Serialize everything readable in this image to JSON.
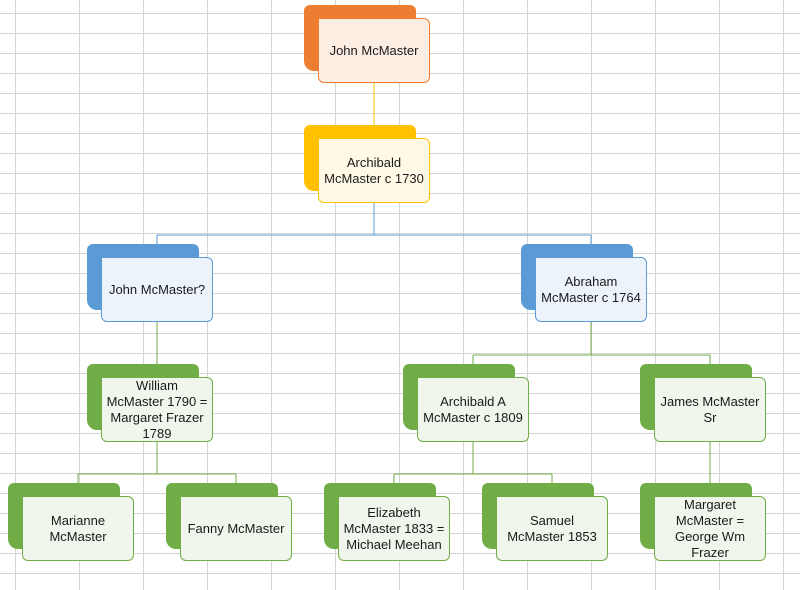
{
  "palette": {
    "orange": {
      "accent": "#ED7D31",
      "stroke": "#ED7D31",
      "fill": "#FDEEE4"
    },
    "gold": {
      "accent": "#FFC000",
      "stroke": "#FFC000",
      "fill": "#FFF9E5"
    },
    "blue": {
      "accent": "#5B9BD5",
      "stroke": "#5B9BD5",
      "fill": "#EDF3FB"
    },
    "green": {
      "accent": "#70AD47",
      "stroke": "#70AD47",
      "fill": "#F0F6EC"
    }
  },
  "nodes": [
    {
      "id": "john-mcmaster-root",
      "label": "John McMaster",
      "color": "orange"
    },
    {
      "id": "archibald-mcmaster-1730",
      "label": "Archibald McMaster c 1730",
      "color": "gold"
    },
    {
      "id": "john-mcmaster-q",
      "label": "John McMaster?",
      "color": "blue"
    },
    {
      "id": "abraham-mcmaster-1764",
      "label": "Abraham McMaster c 1764",
      "color": "blue"
    },
    {
      "id": "william-mcmaster-1790",
      "label": "William McMaster 1790 = Margaret Frazer 1789",
      "color": "green"
    },
    {
      "id": "archibald-a-mcmaster-1809",
      "label": "Archibald A McMaster c 1809",
      "color": "green"
    },
    {
      "id": "james-mcmaster-sr",
      "label": "James McMaster Sr",
      "color": "green"
    },
    {
      "id": "marianne-mcmaster",
      "label": "Marianne McMaster",
      "color": "green"
    },
    {
      "id": "fanny-mcmaster",
      "label": "Fanny McMaster",
      "color": "green"
    },
    {
      "id": "elizabeth-mcmaster-1833",
      "label": "Elizabeth McMaster 1833 = Michael Meehan",
      "color": "green"
    },
    {
      "id": "samuel-mcmaster-1853",
      "label": "Samuel McMaster 1853",
      "color": "green"
    },
    {
      "id": "margaret-mcmaster",
      "label": "Margaret McMaster = George Wm Frazer",
      "color": "green"
    }
  ],
  "edges": [
    {
      "from": "john-mcmaster-root",
      "to": "archibald-mcmaster-1730"
    },
    {
      "from": "archibald-mcmaster-1730",
      "to": "john-mcmaster-q"
    },
    {
      "from": "archibald-mcmaster-1730",
      "to": "abraham-mcmaster-1764"
    },
    {
      "from": "john-mcmaster-q",
      "to": "william-mcmaster-1790"
    },
    {
      "from": "abraham-mcmaster-1764",
      "to": "archibald-a-mcmaster-1809"
    },
    {
      "from": "abraham-mcmaster-1764",
      "to": "james-mcmaster-sr"
    },
    {
      "from": "william-mcmaster-1790",
      "to": "marianne-mcmaster"
    },
    {
      "from": "william-mcmaster-1790",
      "to": "fanny-mcmaster"
    },
    {
      "from": "archibald-a-mcmaster-1809",
      "to": "elizabeth-mcmaster-1833"
    },
    {
      "from": "archibald-a-mcmaster-1809",
      "to": "samuel-mcmaster-1853"
    },
    {
      "from": "james-mcmaster-sr",
      "to": "margaret-mcmaster"
    }
  ]
}
